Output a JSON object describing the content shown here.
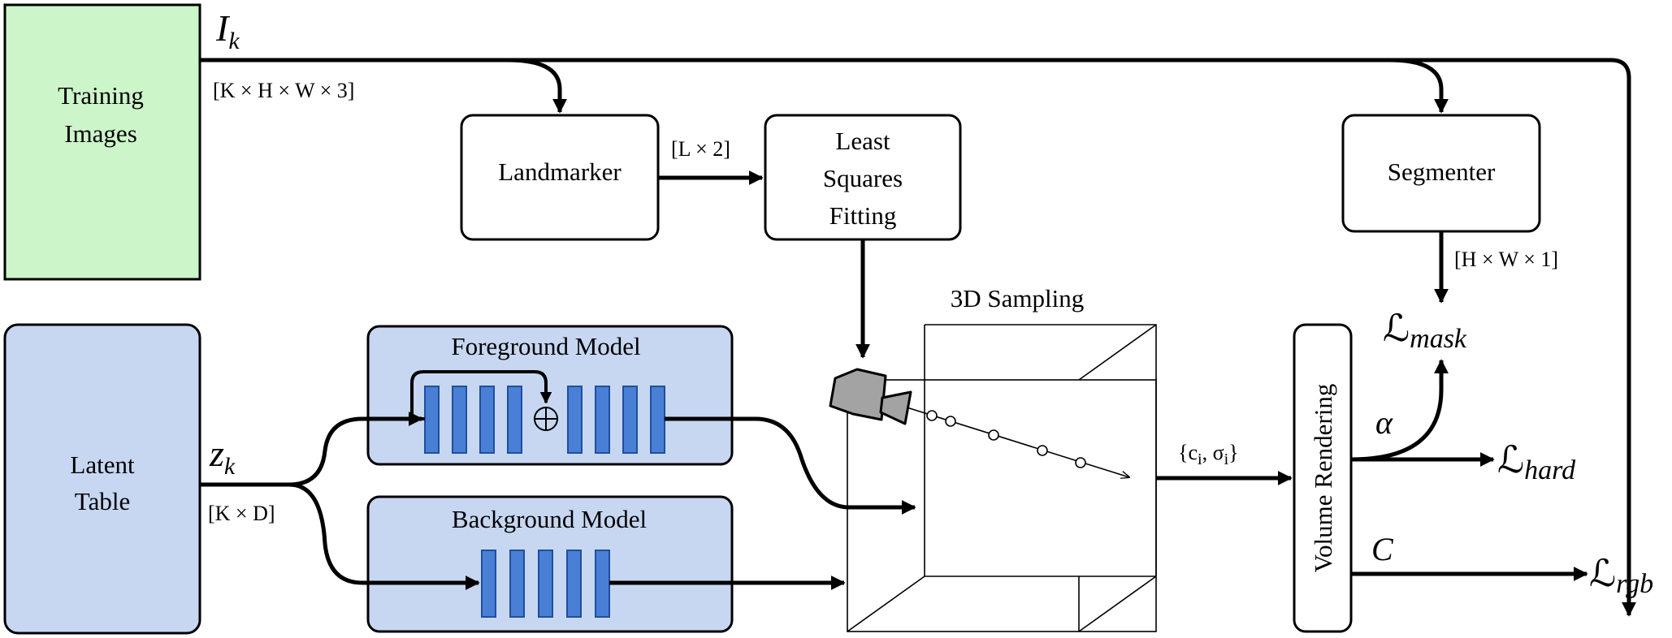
{
  "nodes": {
    "training_images": [
      "Training",
      "Images"
    ],
    "latent_table": [
      "Latent",
      "Table"
    ],
    "landmarker": "Landmarker",
    "least_squares": [
      "Least",
      "Squares",
      "Fitting"
    ],
    "segmenter": "Segmenter",
    "foreground_model": "Foreground Model",
    "background_model": "Background Model",
    "sampling": "3D Sampling",
    "volume_rendering": "Volume Rendering"
  },
  "labels": {
    "image_symbol": "I",
    "image_sub": "k",
    "image_shape": "[K × H × W × 3]",
    "latent_symbol": "z",
    "latent_sub": "k",
    "latent_shape": "[K × D]",
    "landmark_shape": "[L × 2]",
    "mask_shape": "[H × W × 1]",
    "samples_label": "{c",
    "samples_label_i1": "i",
    "samples_label_mid": ", σ",
    "samples_label_i2": "i",
    "samples_label_end": "}",
    "alpha": "α",
    "color": "C",
    "loss_symbol": "ℒ",
    "loss_mask_sub": "mask",
    "loss_hard_sub": "hard",
    "loss_rgb_sub": "rgb"
  },
  "colors": {
    "training_fill": "#ccf5c9",
    "latent_fill": "#c7d7f2",
    "model_fill": "#c7d7f2",
    "layer_fill": "#4a7fd6",
    "layer_stroke": "#1f4f9e",
    "camera_fill": "#a3a3a3"
  },
  "icons": [
    "camera-icon",
    "skip-add-icon"
  ]
}
